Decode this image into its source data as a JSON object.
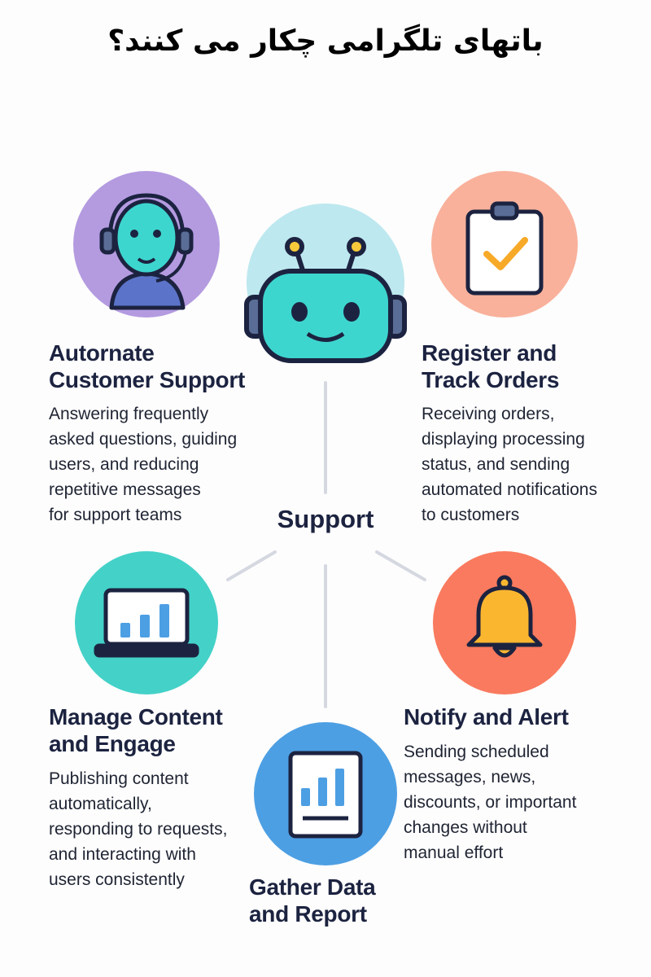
{
  "title": "باتهای تلگرامی چکار می کنند؟",
  "center": {
    "label": "Support",
    "icon": "robot-icon"
  },
  "colors": {
    "text": "#1c2340",
    "purple": "#b49be0",
    "light_blue": "#bde8ef",
    "peach": "#f9b19b",
    "teal": "#44d1c8",
    "coral": "#f97a5e",
    "blue": "#4d9fe3",
    "line": "#d5d8e0"
  },
  "items": [
    {
      "heading": "Autornate\nCustomer Support",
      "description": "Answering frequently\nasked questions, guiding\nusers, and reducing\nrepetitive messages\nfor support teams",
      "icon": "headset-agent-icon"
    },
    {
      "heading": "Register and\nTrack Orders",
      "description": "Receiving orders,\ndisplaying processing\nstatus, and sending\nautomated notifications\nto customers",
      "icon": "clipboard-check-icon"
    },
    {
      "heading": "Manage Content\nand Engage",
      "description": "Publishing content\nautomatically,\nresponding to requests,\nand interacting with\nusers consistently",
      "icon": "laptop-chart-icon"
    },
    {
      "heading": "Notify and Alert",
      "description": "Sending scheduled\nmessages, news,\ndiscounts, or important\nchanges without\nmanual effort",
      "icon": "bell-icon"
    },
    {
      "heading": "Gather Data\nand Report",
      "icon": "report-chart-icon"
    }
  ]
}
